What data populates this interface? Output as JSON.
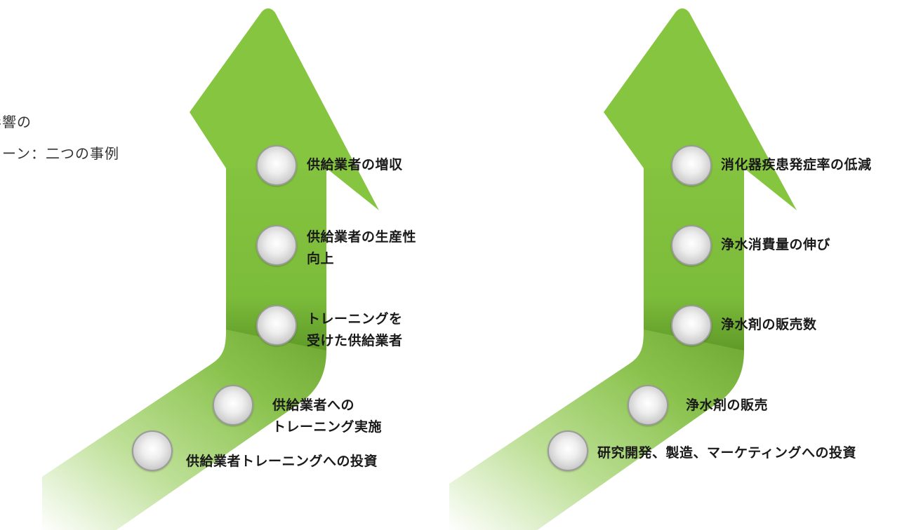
{
  "title": {
    "line1": "影響の",
    "line2": "ェーン：二つの事例"
  },
  "arrows": [
    {
      "id": "left",
      "steps": [
        {
          "label": "供給業者トレーニングへの投資"
        },
        {
          "label": "供給業者への\nトレーニング実施"
        },
        {
          "label": "トレーニングを\n受けた供給業者"
        },
        {
          "label": "供給業者の生産性\n向上"
        },
        {
          "label": "供給業者の増収"
        }
      ]
    },
    {
      "id": "right",
      "steps": [
        {
          "label": "研究開発、製造、マーケティングへの投資"
        },
        {
          "label": "浄水剤の販売"
        },
        {
          "label": "浄水剤の販売数"
        },
        {
          "label": "浄水消費量の伸び"
        },
        {
          "label": "消化器疾患発症率の低減"
        }
      ]
    }
  ],
  "colors": {
    "arrow_green": "#86c540",
    "arrow_green_dark": "#6aa52e",
    "node_border": "#9b9b9b",
    "text": "#1a1a1a"
  }
}
